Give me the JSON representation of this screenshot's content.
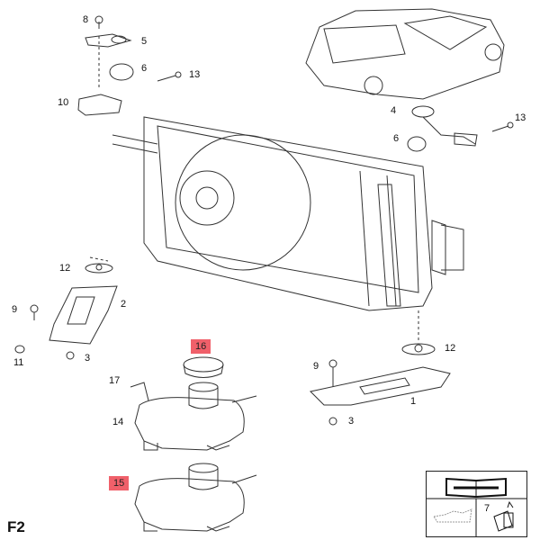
{
  "figure_label": "F2",
  "highlight_color": "#f0606a",
  "callouts": [
    {
      "id": "c8a",
      "text": "8"
    },
    {
      "id": "c5",
      "text": "5"
    },
    {
      "id": "c6a",
      "text": "6"
    },
    {
      "id": "c13a",
      "text": "13"
    },
    {
      "id": "c10",
      "text": "10"
    },
    {
      "id": "c4",
      "text": "4"
    },
    {
      "id": "c13b",
      "text": "13"
    },
    {
      "id": "c6b",
      "text": "6"
    },
    {
      "id": "c12a",
      "text": "12"
    },
    {
      "id": "c2",
      "text": "2"
    },
    {
      "id": "c9a",
      "text": "9"
    },
    {
      "id": "c11",
      "text": "11"
    },
    {
      "id": "c3a",
      "text": "3"
    },
    {
      "id": "c17",
      "text": "17"
    },
    {
      "id": "c14",
      "text": "14"
    },
    {
      "id": "c1",
      "text": "1"
    },
    {
      "id": "c9b",
      "text": "9"
    },
    {
      "id": "c3b",
      "text": "3"
    },
    {
      "id": "c12b",
      "text": "12"
    }
  ],
  "highlighted_callouts": [
    {
      "id": "h16",
      "text": "16"
    },
    {
      "id": "h15",
      "text": "15"
    }
  ],
  "info_box": {
    "part_ref": "7",
    "icons": [
      "manual-wrench-icon",
      "oil-can-icon",
      "sealant-tube-icon"
    ]
  }
}
